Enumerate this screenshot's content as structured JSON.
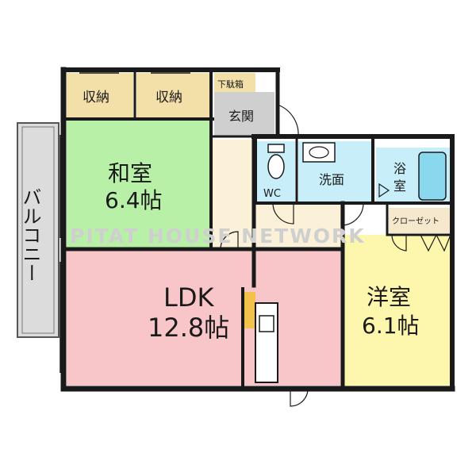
{
  "watermark": "PITAT HOUSE NETWORK",
  "rooms": {
    "storage_1": "収納",
    "storage_2": "収納",
    "shoe_box": "下駄箱",
    "entrance": "玄関",
    "japanese_room": {
      "name": "和室",
      "size": "6.4帖"
    },
    "wc": "WC",
    "washroom": "洗面",
    "bathroom_line1": "浴",
    "bathroom_line2": "室",
    "closet": "クローゼット",
    "ldk": {
      "name": "LDK",
      "size": "12.8帖"
    },
    "western_room": {
      "name": "洋室",
      "size": "6.1帖"
    },
    "balcony": "バルコニー"
  },
  "colors": {
    "wall": "#1a1a1a",
    "japanese_room": "#b8f0a8",
    "storage": "#f3dfa8",
    "entrance": "#cfcfcf",
    "hallway": "#fbf0d8",
    "wet_area": "#c8eefa",
    "ldk": "#f8c6c8",
    "western_room": "#fdf6ad",
    "closet": "#f6e8cc",
    "balcony": "#dcdcdc",
    "fridge": "#f2c24a"
  }
}
